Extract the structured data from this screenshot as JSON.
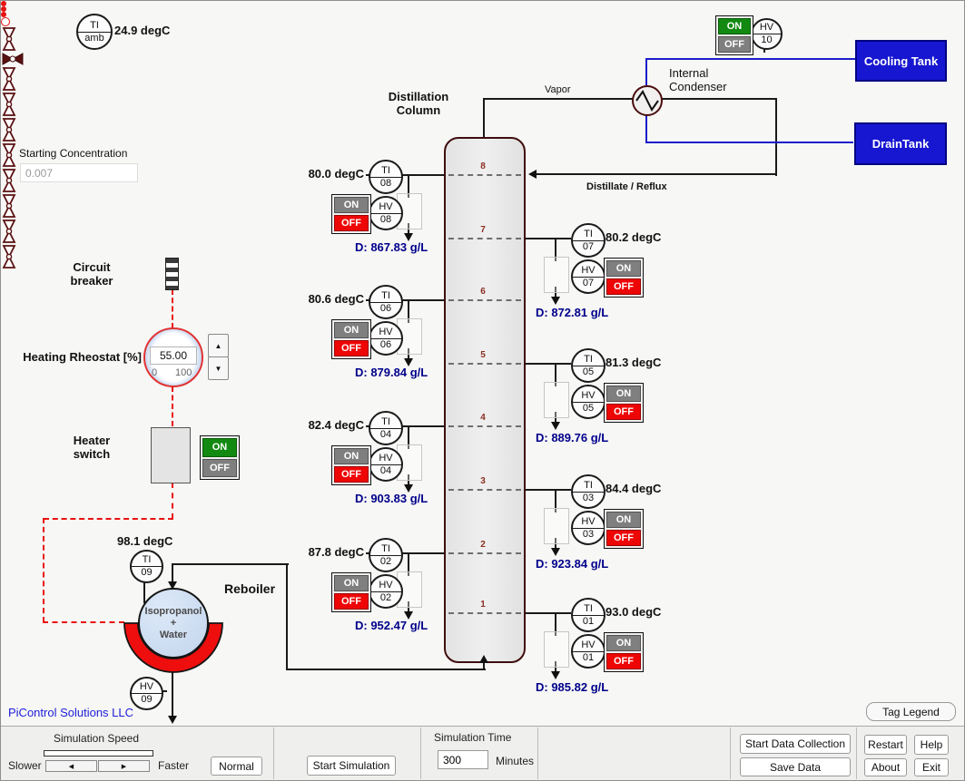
{
  "brand": "PiControl Solutions LLC",
  "ambient": {
    "tag_top": "TI",
    "tag_bottom": "amb",
    "value": "24.9 degC"
  },
  "starting_concentration": {
    "label": "Starting Concentration",
    "value": "0.007"
  },
  "circuit_breaker": {
    "label_line1": "Circuit",
    "label_line2": "breaker"
  },
  "rheostat": {
    "label": "Heating Rheostat [%]",
    "value": "55.00",
    "min": "0",
    "max": "100"
  },
  "heater": {
    "label_line1": "Heater",
    "label_line2": "switch"
  },
  "toggle": {
    "on": "ON",
    "off": "OFF"
  },
  "reboiler": {
    "label": "Reboiler",
    "temp": "98.1 degC",
    "ti_top": "TI",
    "ti_num": "09",
    "contents": [
      "Isopropanol",
      "+",
      "Water"
    ],
    "hv_top": "HV",
    "hv_num": "09"
  },
  "column": {
    "title": [
      "Distillation",
      "Column"
    ],
    "trays": [
      "8",
      "7",
      "6",
      "5",
      "4",
      "3",
      "2",
      "1"
    ]
  },
  "condenser": {
    "title": [
      "Internal",
      "Condenser"
    ],
    "vapor": "Vapor",
    "reflux": "Distillate / Reflux",
    "hv_top": "HV",
    "hv_num": "10"
  },
  "tanks": {
    "cooling": "Cooling Tank",
    "drain": "DrainTank"
  },
  "taps_left": [
    {
      "temp": "80.0 degC",
      "ti": "TI",
      "ti_num": "08",
      "hv": "HV",
      "hv_num": "08",
      "d": "D: 867.83 g/L"
    },
    {
      "temp": "80.6 degC",
      "ti": "TI",
      "ti_num": "06",
      "hv": "HV",
      "hv_num": "06",
      "d": "D: 879.84 g/L"
    },
    {
      "temp": "82.4 degC",
      "ti": "TI",
      "ti_num": "04",
      "hv": "HV",
      "hv_num": "04",
      "d": "D: 903.83 g/L"
    },
    {
      "temp": "87.8 degC",
      "ti": "TI",
      "ti_num": "02",
      "hv": "HV",
      "hv_num": "02",
      "d": "D: 952.47 g/L"
    }
  ],
  "taps_right": [
    {
      "temp": "80.2 degC",
      "ti": "TI",
      "ti_num": "07",
      "hv": "HV",
      "hv_num": "07",
      "d": "D: 872.81 g/L"
    },
    {
      "temp": "81.3 degC",
      "ti": "TI",
      "ti_num": "05",
      "hv": "HV",
      "hv_num": "05",
      "d": "D: 889.76 g/L"
    },
    {
      "temp": "84.4 degC",
      "ti": "TI",
      "ti_num": "03",
      "hv": "HV",
      "hv_num": "03",
      "d": "D: 923.84 g/L"
    },
    {
      "temp": "93.0 degC",
      "ti": "TI",
      "ti_num": "01",
      "hv": "HV",
      "hv_num": "01",
      "d": "D: 985.82 g/L"
    }
  ],
  "tag_legend": "Tag Legend",
  "footer": {
    "speed_title": "Simulation Speed",
    "slower": "Slower",
    "faster": "Faster",
    "normal": "Normal",
    "start_simulation": "Start Simulation",
    "time_title": "Simulation Time",
    "time_value": "300",
    "time_unit": "Minutes",
    "collect": "Start Data Collection",
    "save": "Save Data",
    "restart": "Restart",
    "help": "Help",
    "about": "About",
    "exit": "Exit"
  },
  "colors": {
    "accent_red": "#ee0505",
    "accent_green": "#128a12",
    "navy": "#00008b",
    "tank_blue": "#1717d1",
    "line_blue": "#1c1ccc",
    "maroon": "#4a0e0e"
  }
}
